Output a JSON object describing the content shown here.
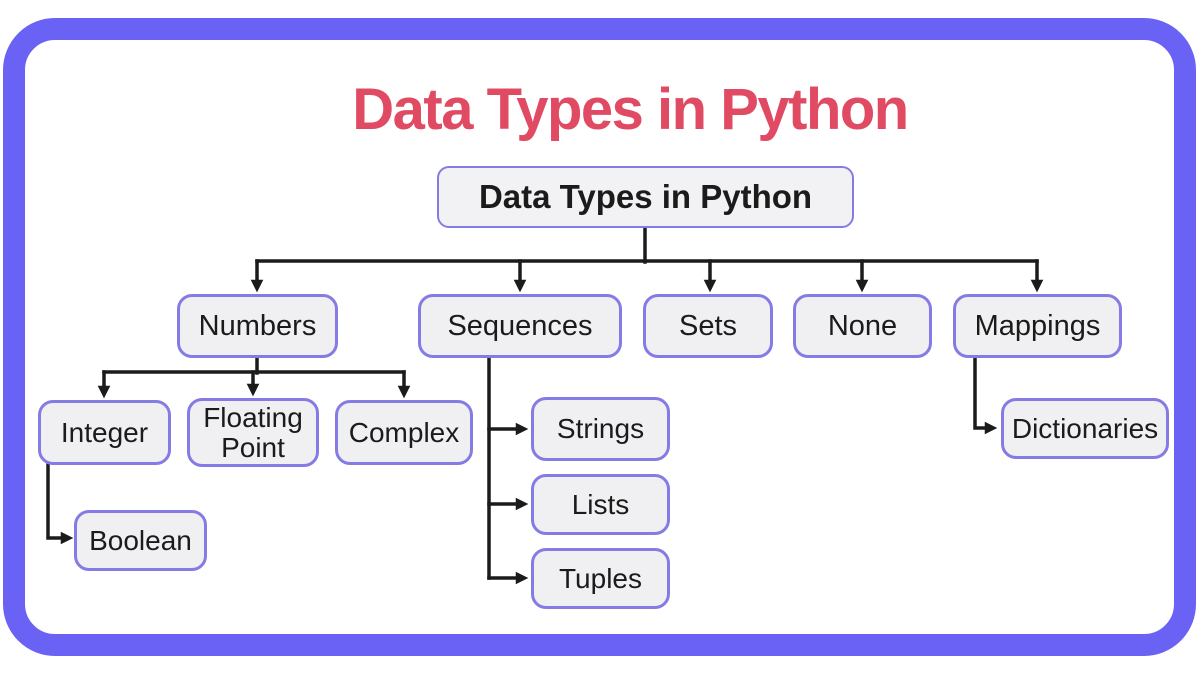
{
  "diagram": {
    "heading": "Data Types in Python"
  },
  "nodes": {
    "root": {
      "label": "Data Types in Python"
    },
    "numbers": {
      "label": "Numbers"
    },
    "sequences": {
      "label": "Sequences"
    },
    "sets": {
      "label": "Sets"
    },
    "none": {
      "label": "None"
    },
    "mappings": {
      "label": "Mappings"
    },
    "integer": {
      "label": "Integer"
    },
    "floating_point": {
      "label": "Floating Point"
    },
    "complex": {
      "label": "Complex"
    },
    "boolean": {
      "label": "Boolean"
    },
    "strings": {
      "label": "Strings"
    },
    "lists": {
      "label": "Lists"
    },
    "tuples": {
      "label": "Tuples"
    },
    "dictionaries": {
      "label": "Dictionaries"
    }
  },
  "hierarchy": {
    "Data Types in Python": [
      "Numbers",
      "Sequences",
      "Sets",
      "None",
      "Mappings"
    ],
    "Numbers": [
      "Integer",
      "Floating Point",
      "Complex"
    ],
    "Integer": [
      "Boolean"
    ],
    "Sequences": [
      "Strings",
      "Lists",
      "Tuples"
    ],
    "Mappings": [
      "Dictionaries"
    ]
  },
  "colors": {
    "frame": "#6A62F4",
    "node_border": "#847CE4",
    "node_fill": "#F0EFF1",
    "heading_text": "#E04B63",
    "connector": "#1B1B1B",
    "node_text": "#1B1B1B",
    "background": "#FFFFFF"
  }
}
